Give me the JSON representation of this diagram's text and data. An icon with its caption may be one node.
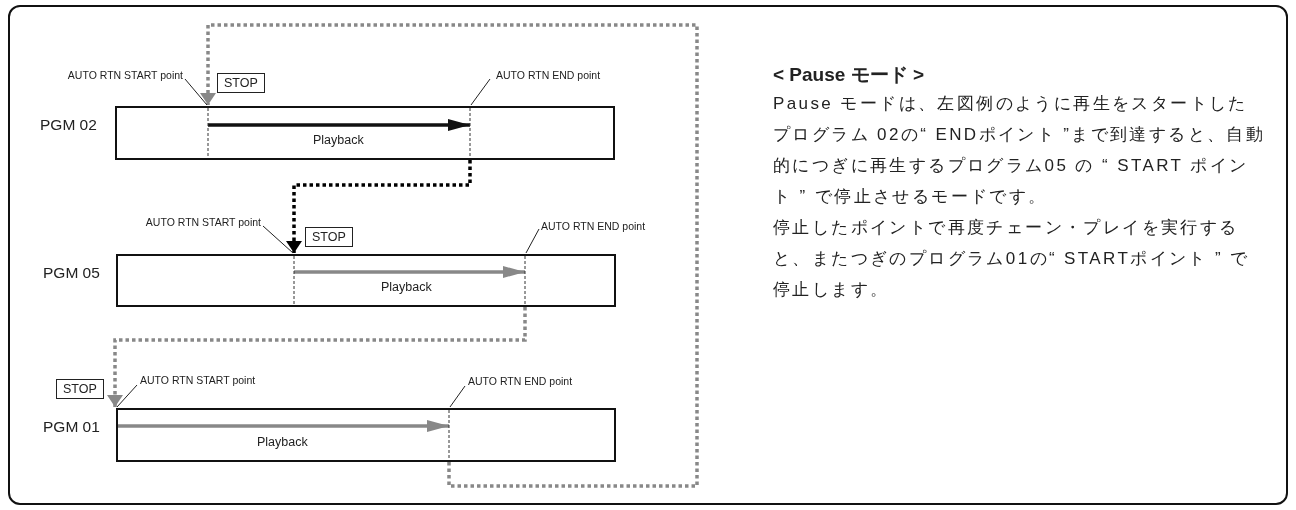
{
  "diagram": {
    "title": "< Pause モード >",
    "nodes": [
      {
        "text": [
          "AUTO RTN START point"
        ]
      },
      {
        "text": [
          "STOP"
        ]
      },
      {
        "text": [
          "AUTO RTN END point"
        ]
      },
      {
        "text": [
          "PGM 02",
          "Playback"
        ]
      },
      {
        "text": [
          "AUTO RTN START point"
        ]
      },
      {
        "text": [
          "STOP"
        ]
      },
      {
        "text": [
          "AUTO RTN END point"
        ]
      },
      {
        "text": [
          "PGM 05",
          "Playback"
        ]
      },
      {
        "text": [
          "STOP"
        ]
      },
      {
        "text": [
          "AUTO RTN START point"
        ]
      },
      {
        "text": [
          "AUTO RTN END point"
        ]
      },
      {
        "text": [
          "PGM 01",
          "Playback"
        ]
      }
    ],
    "edges": [
      {
        "from": 3,
        "to": 7,
        "arrow": "to",
        "style": "dashed",
        "color": "#000000"
      },
      {
        "from": 7,
        "to": 11,
        "arrow": "to",
        "style": "dashed",
        "color": "#888888"
      },
      {
        "from": 11,
        "to": 3,
        "arrow": "to",
        "style": "dashed",
        "color": "#888888"
      },
      {
        "from": 0,
        "to": 3,
        "arrow": "none"
      },
      {
        "from": 2,
        "to": 3,
        "arrow": "none"
      },
      {
        "from": 4,
        "to": 7,
        "arrow": "none"
      },
      {
        "from": 6,
        "to": 7,
        "arrow": "none"
      },
      {
        "from": 9,
        "to": 11,
        "arrow": "none"
      },
      {
        "from": 10,
        "to": 11,
        "arrow": "none"
      }
    ],
    "labels": [
      "Pause モードは、左図例のように再生をスタートしたプログラム 02の“ ENDポイント ”まで到達すると、自動的につぎに再生するプログラム05 の “ START ポイント ” で停止させるモードです。",
      "停止したポイントで再度チェーン・プレイを実行すると、またつぎのプログラム01の“ STARTポイント ” で停止します。"
    ]
  }
}
